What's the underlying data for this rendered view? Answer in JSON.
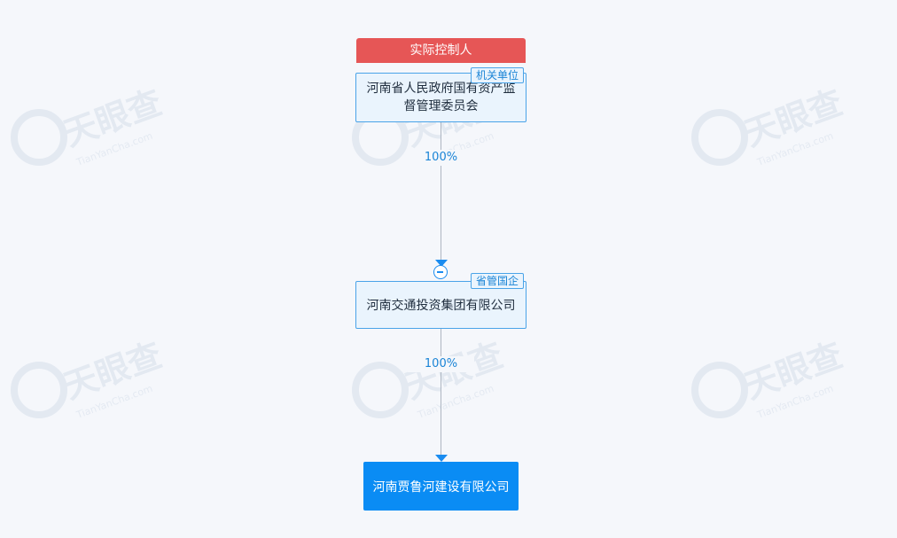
{
  "watermark": {
    "text": "天眼查",
    "sub": "TianYanCha.com"
  },
  "controller_tag": "实际控制人",
  "nodes": [
    {
      "name": "河南省人民政府国有资产监督管理委员会",
      "badge": "机关单位"
    },
    {
      "name": "河南交通投资集团有限公司",
      "badge": "省管国企"
    },
    {
      "name": "河南贾鲁河建设有限公司"
    }
  ],
  "edges": [
    {
      "percent": "100%"
    },
    {
      "percent": "100%"
    }
  ],
  "colors": {
    "controller": "#e65656",
    "node_border": "#4aa3e8",
    "node_fill": "#eaf4fd",
    "target_fill": "#0a8cf4",
    "accent": "#1a8cf0"
  }
}
